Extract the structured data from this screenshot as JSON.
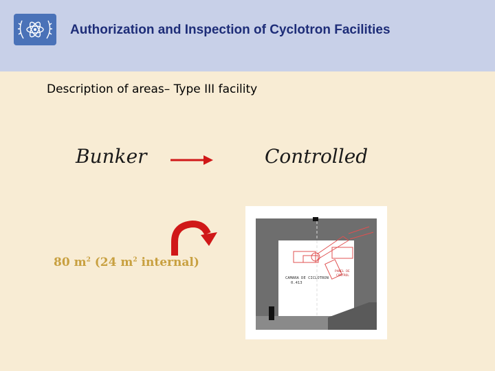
{
  "header": {
    "title": "Authorization and Inspection of Cyclotron Facilities",
    "logo_icon": "iaea-atom-icon"
  },
  "slide": {
    "subtitle": "Description of areas– Type III facility",
    "left_label": "Bunker",
    "right_label": "Controlled",
    "area_main": "80 m",
    "area_sup1": "2",
    "area_mid": " (24 m",
    "area_sup2": "2",
    "area_end": " internal)"
  },
  "floor_plan": {
    "room_label_line1": "CAMARA DE CICLOTRON",
    "room_label_line2": "0.413",
    "side_note_line1": "PANEL DE",
    "side_note_line2": "CONTROL"
  },
  "colors": {
    "header_bg": "#c8d0e8",
    "title": "#1e2d78",
    "body_bg": "#f8ecd4",
    "arrow": "#d01818",
    "area_text": "#c8a040"
  }
}
